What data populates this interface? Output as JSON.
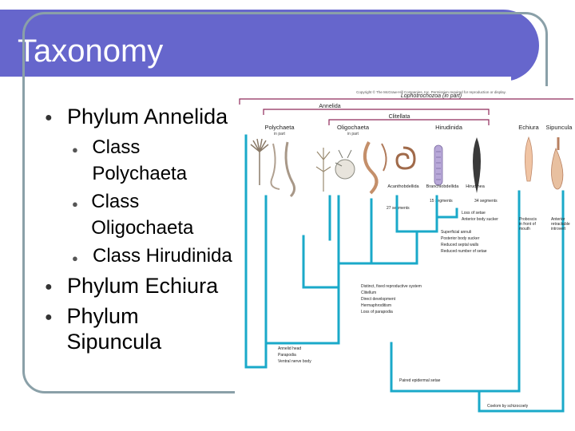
{
  "slide": {
    "title": "Taxonomy"
  },
  "bullets": [
    {
      "label": "Phylum Annelida",
      "sub": [
        {
          "label": "Class Polychaeta"
        },
        {
          "label": "Class Oligochaeta"
        },
        {
          "label": "Class Hirudinida"
        }
      ]
    },
    {
      "label": "Phylum Echiura",
      "sub": []
    },
    {
      "label": "Phylum Sipuncula",
      "sub": []
    }
  ],
  "figure": {
    "copyright": "Copyright © The McGraw-Hill Companies, Inc. Permission required for reproduction or display.",
    "clade_top": "Lophotrochozoa (in part)",
    "clade_annelida": "Annelida",
    "clade_clitellata": "Clitellata",
    "taxa": [
      {
        "name": "Polychaeta",
        "note": "in part"
      },
      {
        "name": "Oligochaeta",
        "note": "in part"
      },
      {
        "name": "Hirudinida",
        "note": ""
      },
      {
        "name": "Echiura",
        "note": ""
      },
      {
        "name": "Sipuncula",
        "note": ""
      }
    ],
    "subtaxa": [
      "Acanthobdellida",
      "Branchiobdellida",
      "Hirudinea"
    ],
    "segments": [
      "15 segments",
      "34 segments",
      "27 segments"
    ],
    "leech_traits": [
      "Loss of setae",
      "Anterior body sucker"
    ],
    "hirudinida_traits": [
      "Superficial annuli",
      "Posterior body sucker",
      "Reduced septal walls",
      "Reduced number of setae"
    ],
    "clitellata_traits": [
      "Distinct, fixed reproductive system",
      "Clitellum",
      "Direct development",
      "Hermaphroditism",
      "Loss of parapodia"
    ],
    "annelida_traits": [
      "Annelid head",
      "Parapodia",
      "Ventral nerve body"
    ],
    "echiura_note": [
      "Proboscis",
      "in front of",
      "mouth"
    ],
    "sipuncula_note": [
      "Anterior",
      "retractable",
      "introvert"
    ],
    "base_traits": [
      "Paired epidermal setae",
      "Coelom by schizocoely"
    ],
    "colors": {
      "tree": "#1aa9c9",
      "bracket": "#8f2a5a",
      "title_bar": "#6666cc"
    }
  }
}
